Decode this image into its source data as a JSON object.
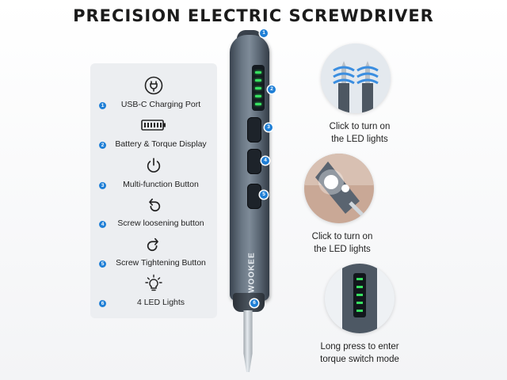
{
  "title": "PRECISION ELECTRIC SCREWDRIVER",
  "brand": "STAWOOKEE",
  "accent_color": "#1f7fd6",
  "led_color": "#36e060",
  "features": [
    {
      "number": "1",
      "icon": "usb-c-plug-icon",
      "label": "USB-C Charging Port"
    },
    {
      "number": "2",
      "icon": "battery-icon",
      "label": "Battery & Torque Display"
    },
    {
      "number": "3",
      "icon": "power-icon",
      "label": "Multi-function Button"
    },
    {
      "number": "4",
      "icon": "rotate-left-icon",
      "label": "Screw loosening button"
    },
    {
      "number": "5",
      "icon": "rotate-right-icon",
      "label": "Screw Tightening Button"
    },
    {
      "number": "6",
      "icon": "lightbulb-icon",
      "label": "4 LED Lights"
    }
  ],
  "callouts": [
    "1",
    "2",
    "3",
    "4",
    "5",
    "6"
  ],
  "captions": [
    {
      "line1": "Click to turn on",
      "line2": "the LED lights"
    },
    {
      "line1": "Click to turn on",
      "line2": "the LED lights"
    },
    {
      "line1": "Long press to enter",
      "line2": "torque switch mode"
    }
  ]
}
